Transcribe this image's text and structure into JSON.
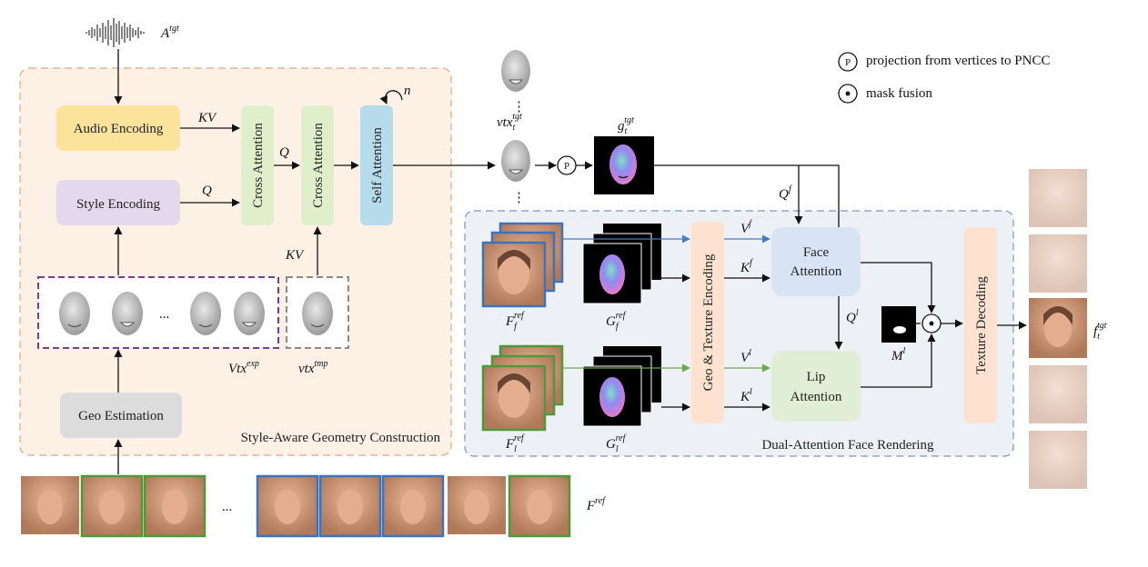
{
  "colors": {
    "style_section_fill": "#fdf1e6",
    "style_section_stroke": "#e0a882",
    "render_section_fill": "#edf1f6",
    "render_section_stroke": "#8096b3",
    "audio_encoding": "#fbe39c",
    "style_encoding": "#e4d8ec",
    "cross_attention": "#dfeecb",
    "self_attention": "#b6dcec",
    "geo_estimation": "#dcdcdc",
    "geo_texture": "#fde3cf",
    "face_attention": "#d8e4f4",
    "lip_attention": "#dfeed4",
    "texture_decoding": "#fde3cf",
    "blue_frame": "#3c73bf",
    "green_frame": "#4e9a3a",
    "purple_dash": "#7a3c8f",
    "gray_dash": "#8a8a8a",
    "blue_arrow": "#4a78c4",
    "green_arrow": "#6aa84f"
  },
  "labels": {
    "audio_tgt": "A",
    "audio_tgt_sup": "tgt",
    "audio_encoding": "Audio Encoding",
    "style_encoding": "Style Encoding",
    "cross_attention_1": "Cross Attention",
    "cross_attention_2": "Cross Attention",
    "self_attention": "Self Attention",
    "n": "n",
    "kv_1": "KV",
    "q_1": "Q",
    "q_2": "Q",
    "kv_2": "KV",
    "ellipsis_faces": "...",
    "vtx_exp": "Vtx",
    "vtx_exp_sup": "exp",
    "vtx_tmp": "vtx",
    "vtx_tmp_sup": "tmp",
    "geo_estimation": "Geo Estimation",
    "style_section_title": "Style-Aware Geometry Construction",
    "vtx_t": "vtx",
    "vtx_t_sub": "t",
    "vtx_t_sup": "tgt",
    "p_symbol": "P",
    "g_t": "g",
    "g_t_sub": "t",
    "g_t_sup": "tgt",
    "legend_p": "projection from vertices to PNCC",
    "legend_mask": "mask fusion",
    "q_f": "Q",
    "q_f_sup": "f",
    "v_f": "V",
    "v_f_sup": "f",
    "k_f": "K",
    "k_f_sup": "f",
    "v_l": "V",
    "v_l_sup": "l",
    "k_l": "K",
    "k_l_sup": "l",
    "q_l": "Q",
    "q_l_sup": "l",
    "geo_texture": "Geo & Texture Encoding",
    "face_attention_1": "Face",
    "face_attention_2": "Attention",
    "lip_attention_1": "Lip",
    "lip_attention_2": "Attention",
    "m_l": "M",
    "m_l_sup": "l",
    "texture_decoding": "Texture Decoding",
    "f_t": "f",
    "f_t_sub": "t",
    "f_t_sup": "tgt",
    "F_f_ref": "F",
    "F_f_ref_sub": "f",
    "F_f_ref_sup": "ref",
    "G_f_ref": "G",
    "G_f_ref_sub": "f",
    "G_f_ref_sup": "ref",
    "F_l_ref": "F",
    "F_l_ref_sub": "l",
    "F_l_ref_sup": "ref",
    "G_l_ref": "G",
    "G_l_ref_sub": "l",
    "G_l_ref_sup": "ref",
    "render_section_title": "Dual-Attention Face Rendering",
    "F_ref": "F",
    "F_ref_sup": "ref",
    "ellipsis_frames": "..."
  }
}
